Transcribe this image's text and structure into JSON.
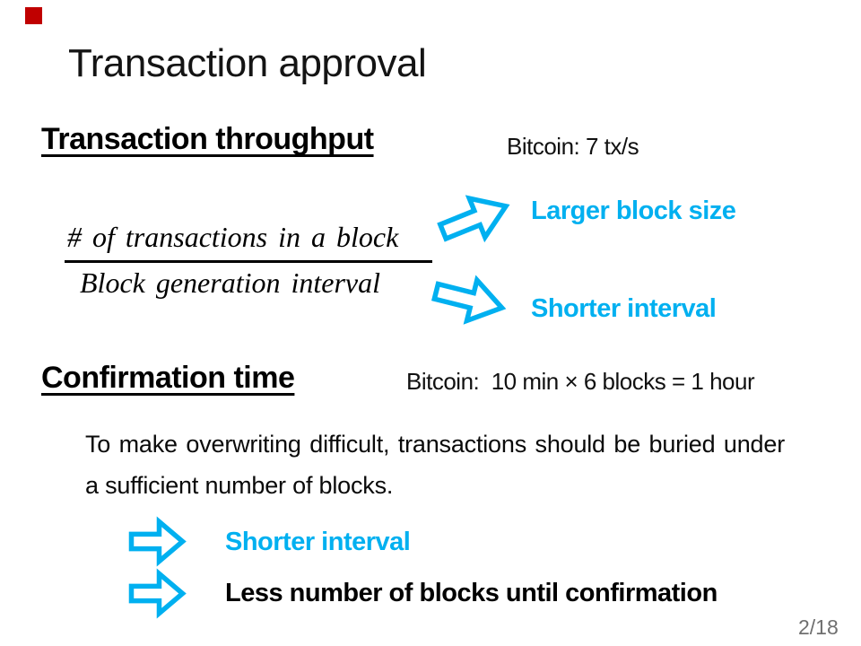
{
  "colors": {
    "accent": "#00B0F0",
    "corner_square": "#C00000",
    "page_number": "#6f6f6f",
    "text": "#000000"
  },
  "title": "Transaction approval",
  "throughput": {
    "heading": "Transaction throughput",
    "note": "Bitcoin: 7 tx/s",
    "formula": {
      "numerator": "# of transactions in a block",
      "denominator": "Block generation interval"
    },
    "consequences": [
      {
        "label": "Larger block size"
      },
      {
        "label": "Shorter interval"
      }
    ]
  },
  "confirmation": {
    "heading": "Confirmation time",
    "note": "Bitcoin:  10 min × 6 blocks = 1 hour",
    "body": "To make overwriting difficult, transactions should be buried under a sufficient number of blocks.",
    "consequences": [
      {
        "label": "Shorter interval"
      },
      {
        "label": "Less number of blocks until confirmation"
      }
    ]
  },
  "page_number": "2/18"
}
